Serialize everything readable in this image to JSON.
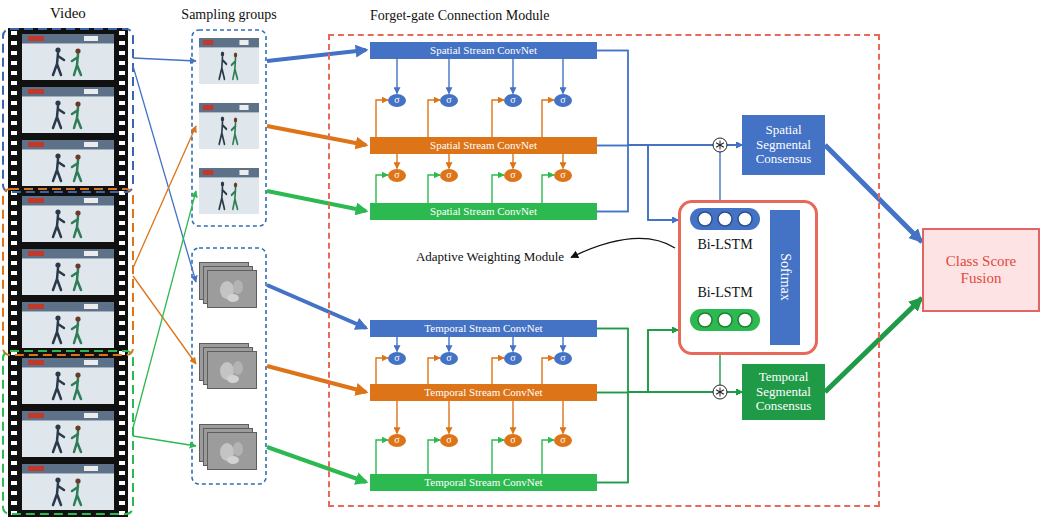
{
  "diagram": {
    "nodes": [
      {
        "text": [
          "Forget-gate Connection Module"
        ]
      },
      {
        "text": [
          "Spatial Stream ConvNet"
        ],
        "in": 0
      },
      {
        "text": [
          "σ"
        ],
        "in": 0
      },
      {
        "text": [
          "σ"
        ],
        "in": 0
      },
      {
        "text": [
          "σ"
        ],
        "in": 0
      },
      {
        "text": [
          "σ"
        ],
        "in": 0
      },
      {
        "text": [
          "Spatial Stream ConvNet"
        ],
        "in": 0
      },
      {
        "text": [
          "σ"
        ],
        "in": 0
      },
      {
        "text": [
          "σ"
        ],
        "in": 0
      },
      {
        "text": [
          "σ"
        ],
        "in": 0
      },
      {
        "text": [
          "σ"
        ],
        "in": 0
      },
      {
        "text": [
          "Spatial Stream ConvNet"
        ],
        "in": 0
      },
      {
        "text": [
          "Spatial Segmental Consensus"
        ],
        "in": 0
      },
      {
        "text": [
          "Bi-LSTM",
          "Bi-LSTM"
        ],
        "in": 0
      },
      {
        "text": [
          "Softmax"
        ],
        "in": 13
      },
      {
        "text": [
          "Temporal Stream ConvNet"
        ],
        "in": 0
      },
      {
        "text": [
          "σ"
        ],
        "in": 0
      },
      {
        "text": [
          "σ"
        ],
        "in": 0
      },
      {
        "text": [
          "σ"
        ],
        "in": 0
      },
      {
        "text": [
          "σ"
        ],
        "in": 0
      },
      {
        "text": [
          "Temporal Stream ConvNet"
        ],
        "in": 0
      },
      {
        "text": [
          "σ"
        ],
        "in": 0
      },
      {
        "text": [
          "σ"
        ],
        "in": 0
      },
      {
        "text": [
          "σ"
        ],
        "in": 0
      },
      {
        "text": [
          "σ"
        ],
        "in": 0
      },
      {
        "text": [
          "Temporal Stream ConvNet"
        ],
        "in": 0
      },
      {
        "text": [
          "Temporal Segmental Consensus"
        ],
        "in": 0
      },
      {
        "text": [
          "Class Score Fusion"
        ]
      }
    ],
    "edges": [
      {
        "from": 1,
        "to": 2,
        "arrow": "to"
      },
      {
        "from": 6,
        "to": 2,
        "arrow": "to"
      },
      {
        "from": 1,
        "to": 3,
        "arrow": "to"
      },
      {
        "from": 6,
        "to": 3,
        "arrow": "to"
      },
      {
        "from": 1,
        "to": 4,
        "arrow": "to"
      },
      {
        "from": 6,
        "to": 4,
        "arrow": "to"
      },
      {
        "from": 1,
        "to": 5,
        "arrow": "to"
      },
      {
        "from": 6,
        "to": 5,
        "arrow": "to"
      },
      {
        "from": 6,
        "to": 7,
        "arrow": "to"
      },
      {
        "from": 11,
        "to": 7,
        "arrow": "to"
      },
      {
        "from": 6,
        "to": 8,
        "arrow": "to"
      },
      {
        "from": 11,
        "to": 8,
        "arrow": "to"
      },
      {
        "from": 6,
        "to": 9,
        "arrow": "to"
      },
      {
        "from": 11,
        "to": 9,
        "arrow": "to"
      },
      {
        "from": 6,
        "to": 10,
        "arrow": "to"
      },
      {
        "from": 11,
        "to": 10,
        "arrow": "to"
      },
      {
        "from": 15,
        "to": 16,
        "arrow": "to"
      },
      {
        "from": 20,
        "to": 16,
        "arrow": "to"
      },
      {
        "from": 15,
        "to": 17,
        "arrow": "to"
      },
      {
        "from": 20,
        "to": 17,
        "arrow": "to"
      },
      {
        "from": 15,
        "to": 18,
        "arrow": "to"
      },
      {
        "from": 20,
        "to": 18,
        "arrow": "to"
      },
      {
        "from": 15,
        "to": 19,
        "arrow": "to"
      },
      {
        "from": 20,
        "to": 19,
        "arrow": "to"
      },
      {
        "from": 20,
        "to": 21,
        "arrow": "to"
      },
      {
        "from": 25,
        "to": 21,
        "arrow": "to"
      },
      {
        "from": 20,
        "to": 22,
        "arrow": "to"
      },
      {
        "from": 25,
        "to": 22,
        "arrow": "to"
      },
      {
        "from": 20,
        "to": 23,
        "arrow": "to"
      },
      {
        "from": 25,
        "to": 23,
        "arrow": "to"
      },
      {
        "from": 20,
        "to": 24,
        "arrow": "to"
      },
      {
        "from": 25,
        "to": 24,
        "arrow": "to"
      },
      {
        "from": 1,
        "to": 12,
        "arrow": "to"
      },
      {
        "from": 6,
        "to": 12,
        "arrow": "to"
      },
      {
        "from": 11,
        "to": 12,
        "arrow": "to"
      },
      {
        "from": 1,
        "to": 13,
        "arrow": "to"
      },
      {
        "from": 6,
        "to": 13,
        "arrow": "to"
      },
      {
        "from": 11,
        "to": 13,
        "arrow": "to"
      },
      {
        "from": 13,
        "to": 12,
        "arrow": "to"
      },
      {
        "from": 15,
        "to": 26,
        "arrow": "to"
      },
      {
        "from": 20,
        "to": 26,
        "arrow": "to"
      },
      {
        "from": 25,
        "to": 26,
        "arrow": "to"
      },
      {
        "from": 15,
        "to": 13,
        "arrow": "to"
      },
      {
        "from": 20,
        "to": 13,
        "arrow": "to"
      },
      {
        "from": 25,
        "to": 13,
        "arrow": "to"
      },
      {
        "from": 13,
        "to": 26,
        "arrow": "to"
      },
      {
        "from": 12,
        "to": 27,
        "arrow": "to"
      },
      {
        "from": 26,
        "to": 27,
        "arrow": "to"
      }
    ],
    "labels": [
      "Video",
      "Sampling groups",
      "Adaptive Weighting Module"
    ]
  }
}
